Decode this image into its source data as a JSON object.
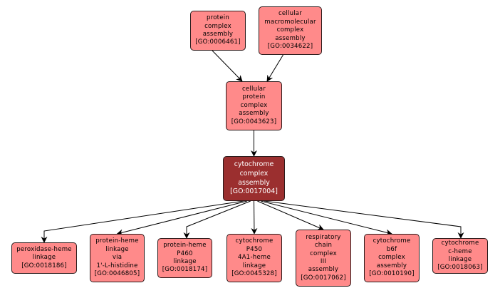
{
  "graph": {
    "colors": {
      "node_fill": "#ff8a8a",
      "focus_fill": "#9b2f2f",
      "border": "#2a1a1a",
      "edge": "#000000"
    },
    "nodes": [
      {
        "id": "GO:0006461",
        "lines": [
          "protein",
          "complex",
          "assembly",
          "[GO:0006461]"
        ],
        "focus": false
      },
      {
        "id": "GO:0034622",
        "lines": [
          "cellular",
          "macromolecular",
          "complex",
          "assembly",
          "[GO:0034622]"
        ],
        "focus": false
      },
      {
        "id": "GO:0043623",
        "lines": [
          "cellular",
          "protein",
          "complex",
          "assembly",
          "[GO:0043623]"
        ],
        "focus": false
      },
      {
        "id": "GO:0017004",
        "lines": [
          "cytochrome",
          "complex",
          "assembly",
          "[GO:0017004]"
        ],
        "focus": true
      },
      {
        "id": "GO:0018186",
        "lines": [
          "peroxidase-heme",
          "linkage",
          "[GO:0018186]"
        ],
        "focus": false
      },
      {
        "id": "GO:0046805",
        "lines": [
          "protein-heme",
          "linkage",
          "via",
          "1'-L-histidine",
          "[GO:0046805]"
        ],
        "focus": false
      },
      {
        "id": "GO:0018174",
        "lines": [
          "protein-heme",
          "P460",
          "linkage",
          "[GO:0018174]"
        ],
        "focus": false
      },
      {
        "id": "GO:0045328",
        "lines": [
          "cytochrome",
          "P450",
          "4A1-heme",
          "linkage",
          "[GO:0045328]"
        ],
        "focus": false
      },
      {
        "id": "GO:0017062",
        "lines": [
          "respiratory",
          "chain",
          "complex",
          "III",
          "assembly",
          "[GO:0017062]"
        ],
        "focus": false
      },
      {
        "id": "GO:0010190",
        "lines": [
          "cytochrome",
          "b6f",
          "complex",
          "assembly",
          "[GO:0010190]"
        ],
        "focus": false
      },
      {
        "id": "GO:0018063",
        "lines": [
          "cytochrome",
          "c-heme",
          "linkage",
          "[GO:0018063]"
        ],
        "focus": false
      }
    ],
    "edges": [
      {
        "from": "GO:0006461",
        "to": "GO:0043623"
      },
      {
        "from": "GO:0034622",
        "to": "GO:0043623"
      },
      {
        "from": "GO:0043623",
        "to": "GO:0017004"
      },
      {
        "from": "GO:0017004",
        "to": "GO:0018186"
      },
      {
        "from": "GO:0017004",
        "to": "GO:0046805"
      },
      {
        "from": "GO:0017004",
        "to": "GO:0018174"
      },
      {
        "from": "GO:0017004",
        "to": "GO:0045328"
      },
      {
        "from": "GO:0017004",
        "to": "GO:0017062"
      },
      {
        "from": "GO:0017004",
        "to": "GO:0010190"
      },
      {
        "from": "GO:0017004",
        "to": "GO:0018063"
      }
    ]
  }
}
